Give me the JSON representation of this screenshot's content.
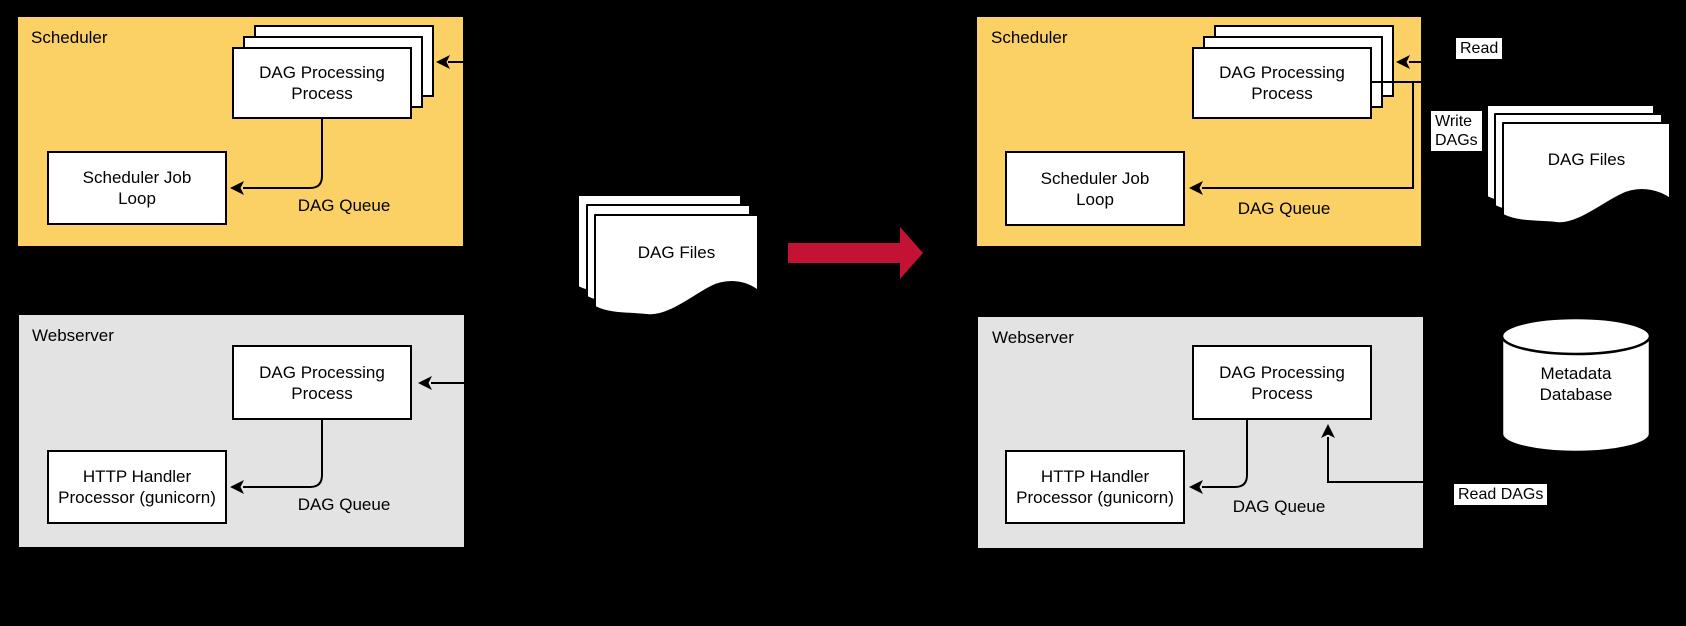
{
  "background": "#000000",
  "colors": {
    "scheduler_box_fill": "#FBD166",
    "webserver_box_fill": "#E3E3E3",
    "transition_arrow": "#C41235",
    "shape_fill": "#FFFFFF",
    "line": "#000000"
  },
  "before": {
    "scheduler": {
      "title": "Scheduler",
      "dag_processing_process": [
        "DAG Processing",
        "Process"
      ],
      "scheduler_job_loop": [
        "Scheduler Job",
        "Loop"
      ],
      "dag_queue": "DAG Queue"
    },
    "webserver": {
      "title": "Webserver",
      "dag_processing_process": [
        "DAG Processing",
        "Process"
      ],
      "http_handler": [
        "HTTP Handler",
        "Processor (gunicorn)"
      ],
      "dag_queue": "DAG Queue"
    },
    "dag_files": "DAG Files"
  },
  "after": {
    "scheduler": {
      "title": "Scheduler",
      "dag_processing_process": [
        "DAG Processing",
        "Process"
      ],
      "scheduler_job_loop": [
        "Scheduler Job",
        "Loop"
      ],
      "dag_queue": "DAG Queue"
    },
    "webserver": {
      "title": "Webserver",
      "dag_processing_process": [
        "DAG Processing",
        "Process"
      ],
      "http_handler": [
        "HTTP Handler",
        "Processor (gunicorn)"
      ],
      "dag_queue": "DAG Queue"
    },
    "dag_files": "DAG Files",
    "metadata_database": [
      "Metadata",
      "Database"
    ],
    "annotations": {
      "read": "Read",
      "write_dags": [
        "Write",
        "DAGs"
      ],
      "read_dags": "Read DAGs"
    }
  }
}
